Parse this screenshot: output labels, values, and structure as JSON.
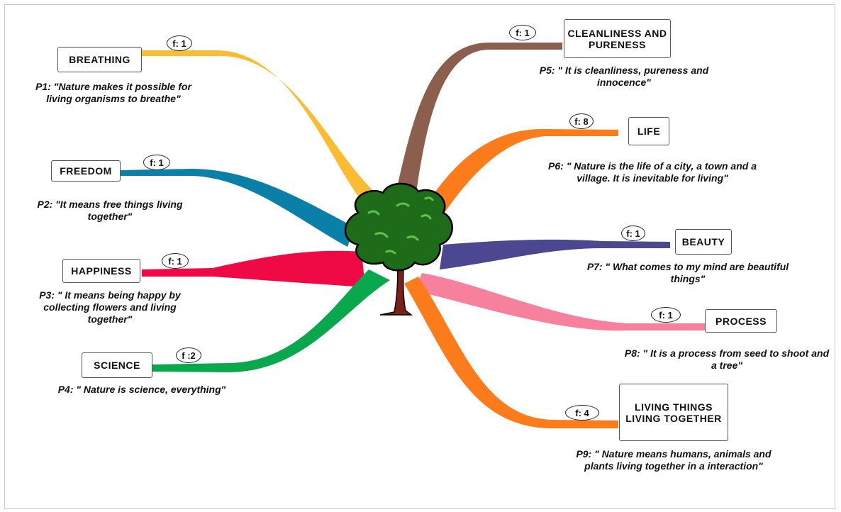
{
  "branches": [
    {
      "id": "breathing",
      "label": "BREATHING",
      "freq": "f: 1",
      "quote": "P1: \"Nature makes it possible for living organisms to breathe\"",
      "color": "#fbbc32"
    },
    {
      "id": "freedom",
      "label": "FREEDOM",
      "freq": "f: 1",
      "quote": "P2: \"It means free things living together\"",
      "color": "#0a7fa8"
    },
    {
      "id": "happiness",
      "label": "HAPPINESS",
      "freq": "f: 1",
      "quote": "P3: \" It means being happy by collecting flowers and living together\"",
      "color": "#ef0a46"
    },
    {
      "id": "science",
      "label": "SCIENCE",
      "freq": "f :2",
      "quote": "P4: \" Nature is science, everything\"",
      "color": "#0aa84c"
    },
    {
      "id": "cleanliness",
      "label": "CLEANLINESS AND PURENESS",
      "freq": "f: 1",
      "quote": "P5: \" It is cleanliness, pureness and innocence\"",
      "color": "#8b5e4e"
    },
    {
      "id": "life",
      "label": "LIFE",
      "freq": "f: 8",
      "quote": "P6: \" Nature is the life of a city, a town and a village. It is inevitable for living\"",
      "color": "#fc7c1c"
    },
    {
      "id": "beauty",
      "label": "BEAUTY",
      "freq": "f: 1",
      "quote": "P7: \" What comes to my mind are beautiful things\"",
      "color": "#4b4790"
    },
    {
      "id": "process",
      "label": "PROCESS",
      "freq": "f: 1",
      "quote": "P8: \" It is a process from seed to shoot and a tree\"",
      "color": "#f7819c"
    },
    {
      "id": "living",
      "label": "LIVING THINGS LIVING TOGETHER",
      "freq": "f: 4",
      "quote": "P9: \" Nature means humans, animals and plants living together in a interaction\"",
      "color": "#fc7c1c"
    }
  ],
  "center": {
    "icon": "tree-icon"
  }
}
